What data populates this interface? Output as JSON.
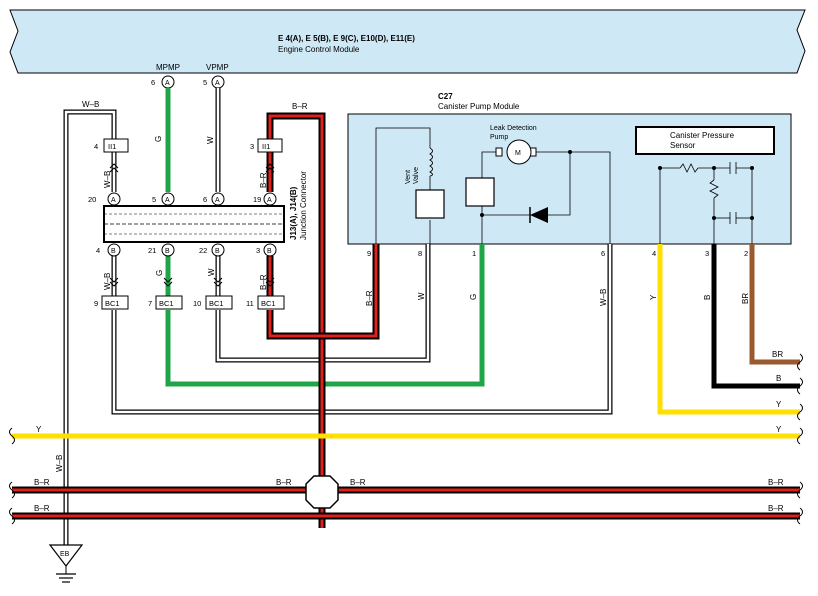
{
  "ecm": {
    "connectors": "E 4(A), E 5(B), E 9(C), E10(D), E11(E)",
    "name": "Engine Control Module",
    "pin_mpmp_name": "MPMP",
    "pin_mpmp_num": "6",
    "pin_mpmp_conn": "A",
    "pin_vpmp_name": "VPMP",
    "pin_vpmp_num": "5",
    "pin_vpmp_conn": "A"
  },
  "pump_module": {
    "code": "C27",
    "name": "Canister Pump Module",
    "vent_valve_line1": "Vent",
    "vent_valve_line2": "Valve",
    "leak_pump_line1": "Leak Detection",
    "leak_pump_line2": "Pump",
    "motor_symbol": "M",
    "sensor_line1": "Canister Pressure",
    "sensor_line2": "Sensor",
    "pins": [
      "9",
      "8",
      "1",
      "6",
      "4",
      "3",
      "2"
    ]
  },
  "junction": {
    "label_line1": "J13(A), J14(B)",
    "label_line2": "Junction Connector",
    "top_pins": [
      "20",
      "5",
      "6",
      "19"
    ],
    "top_conn": "A",
    "bottom_pins": [
      "21",
      "22",
      "3"
    ],
    "bottom_left_pin": "4",
    "bottom_conn": "B"
  },
  "connectors": {
    "ii1": "II1",
    "ii1_pin_left": "4",
    "ii1_pin_right": "3",
    "bc1": "BC1",
    "bc1_pins": [
      "9",
      "7",
      "10",
      "11"
    ]
  },
  "wires": {
    "wb": "W–B",
    "br_red": "B–R",
    "green": "G",
    "white": "W",
    "yellow": "Y",
    "black": "B",
    "brown": "BR"
  },
  "ground": "EB",
  "colors": {
    "module_fill": "#cfe8f6",
    "green": "#1fa547",
    "yellow": "#ffdf00",
    "red": "#e0211b",
    "brown": "#9a5a2e",
    "black": "#000000"
  }
}
